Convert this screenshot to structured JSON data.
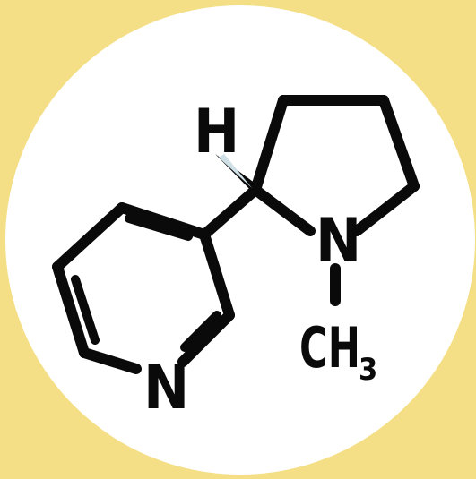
{
  "colors": {
    "background": "#f4df86",
    "circle": "#ffffff",
    "ink": "#0a0a0a"
  },
  "molecule": {
    "atoms": {
      "hydrogen": "H",
      "pyrrolidine_nitrogen": "N",
      "pyridine_nitrogen": "N",
      "methyl_carbon": "CH",
      "methyl_subscript": "3"
    },
    "stereo_bond": "wedge"
  }
}
